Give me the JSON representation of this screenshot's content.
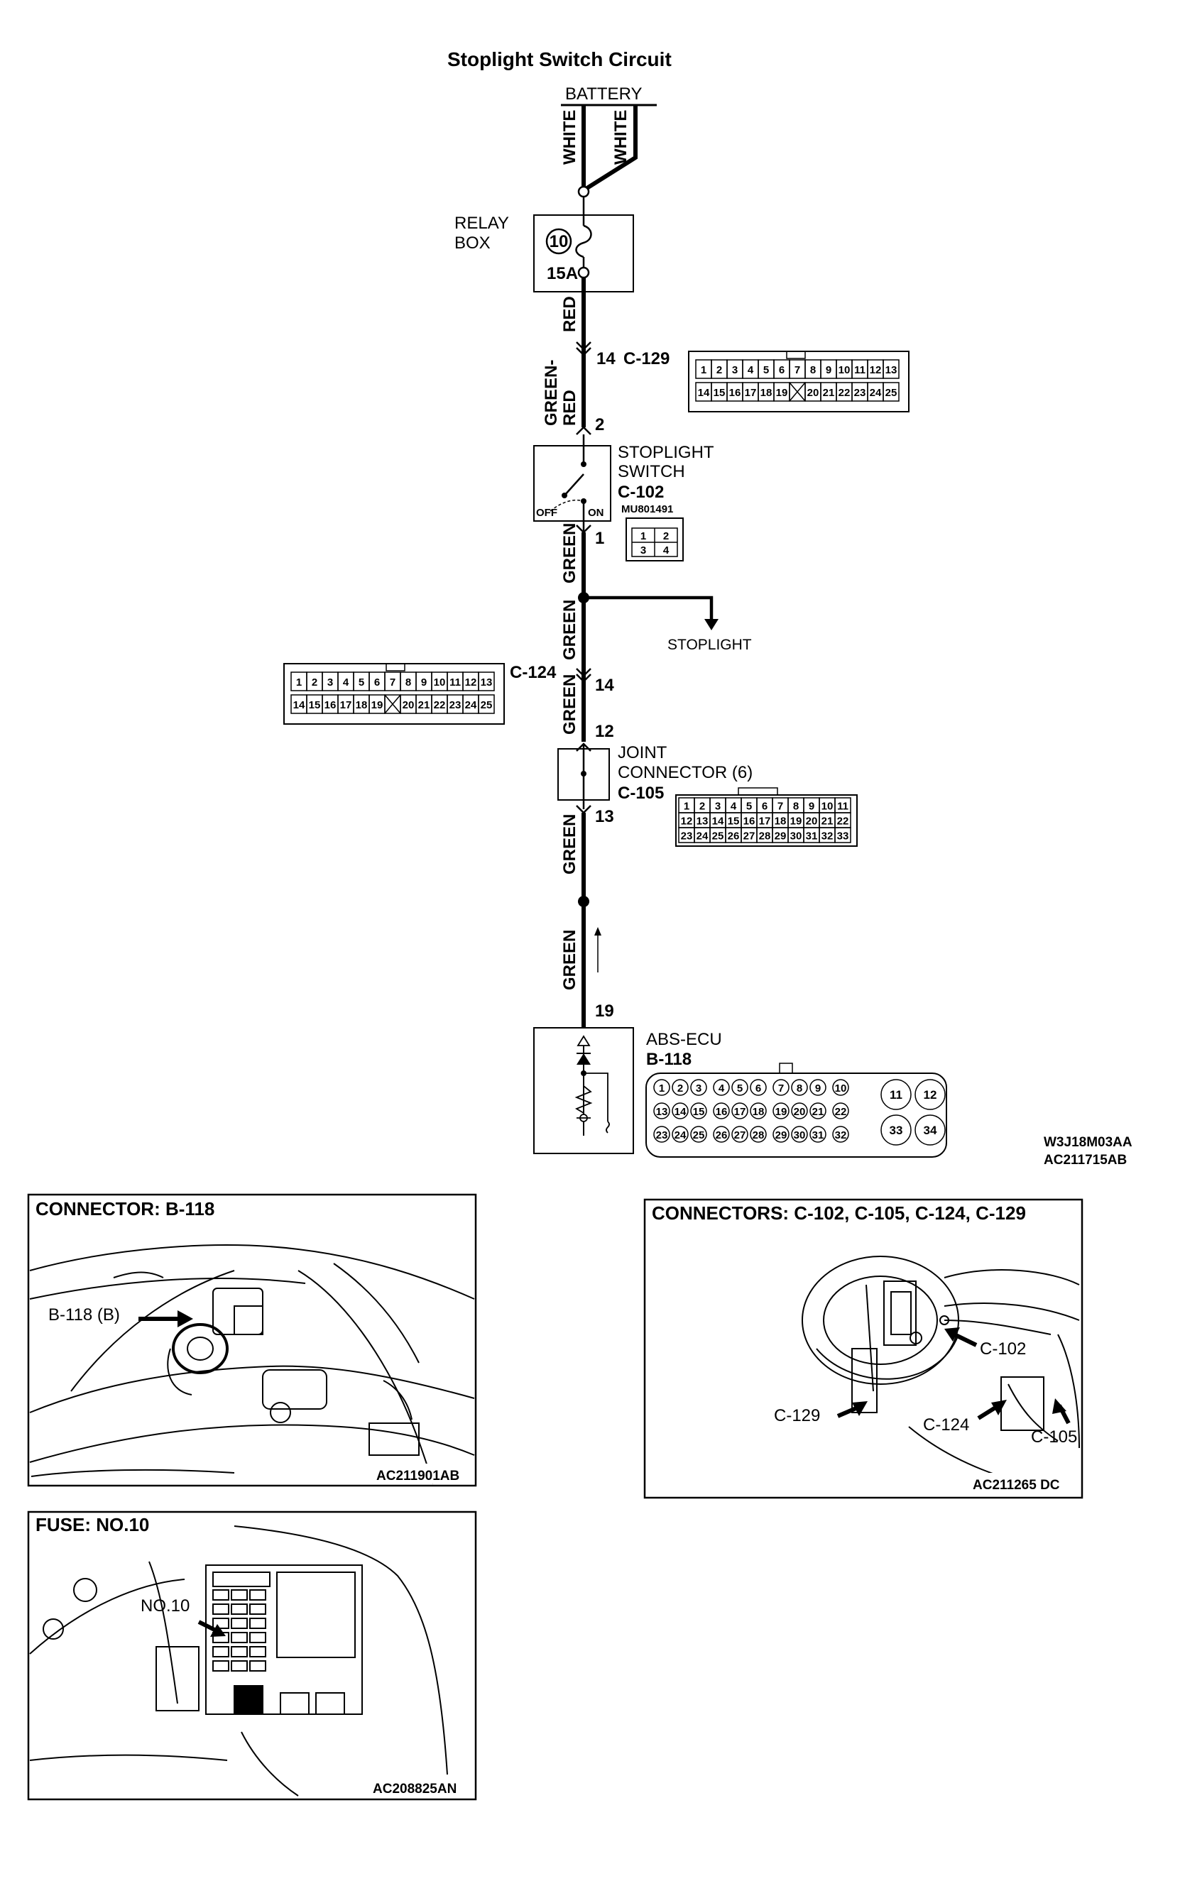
{
  "title": "Stoplight Switch Circuit",
  "battery": "BATTERY",
  "wires": {
    "white1": "WHITE",
    "white2": "WHITE",
    "red": "RED",
    "green_red_1": "GREEN-",
    "green_red_2": "RED",
    "green1": "GREEN",
    "green2": "GREEN",
    "green3": "GREEN",
    "green4": "GREEN",
    "green5": "GREEN"
  },
  "relay_box": {
    "line1": "RELAY",
    "line2": "BOX",
    "fuse_no": "10",
    "rating": "15A"
  },
  "c129": {
    "pin": "14",
    "name": "C-129",
    "row1": [
      "1",
      "2",
      "3",
      "4",
      "5",
      "6",
      "7",
      "8",
      "9",
      "10",
      "11",
      "12",
      "13"
    ],
    "row2": [
      "14",
      "15",
      "16",
      "17",
      "18",
      "19",
      "20",
      "21",
      "22",
      "23",
      "24",
      "25"
    ]
  },
  "stoplight_switch": {
    "line1": "STOPLIGHT",
    "line2": "SWITCH",
    "name": "C-102",
    "part": "MU801491",
    "off": "OFF",
    "on": "ON",
    "pin_top": "2",
    "pin_bottom": "1",
    "connector": [
      "1",
      "2",
      "3",
      "4"
    ]
  },
  "stoplight": "STOPLIGHT",
  "c124": {
    "name": "C-124",
    "pin_a": "14",
    "pin_b": "12",
    "row1": [
      "1",
      "2",
      "3",
      "4",
      "5",
      "6",
      "7",
      "8",
      "9",
      "10",
      "11",
      "12",
      "13"
    ],
    "row2": [
      "14",
      "15",
      "16",
      "17",
      "18",
      "19",
      "20",
      "21",
      "22",
      "23",
      "24",
      "25"
    ]
  },
  "joint_connector": {
    "line1": "JOINT",
    "line2": "CONNECTOR (6)",
    "name": "C-105",
    "pin": "13",
    "row1": [
      "1",
      "2",
      "3",
      "4",
      "5",
      "6",
      "7",
      "8",
      "9",
      "10",
      "11"
    ],
    "row2": [
      "12",
      "13",
      "14",
      "15",
      "16",
      "17",
      "18",
      "19",
      "20",
      "21",
      "22"
    ],
    "row3": [
      "23",
      "24",
      "25",
      "26",
      "27",
      "28",
      "29",
      "30",
      "31",
      "32",
      "33"
    ]
  },
  "abs_ecu": {
    "line1": "ABS-ECU",
    "name": "B-118",
    "pin": "19",
    "row1": [
      "1",
      "2",
      "3",
      "4",
      "5",
      "6",
      "7",
      "8",
      "9",
      "10"
    ],
    "row2": [
      "13",
      "14",
      "15",
      "16",
      "17",
      "18",
      "19",
      "20",
      "21",
      "22"
    ],
    "row3": [
      "23",
      "24",
      "25",
      "26",
      "27",
      "28",
      "29",
      "30",
      "31",
      "32"
    ],
    "big": [
      "11",
      "12",
      "33",
      "34"
    ]
  },
  "codes": {
    "code1": "W3J18M03AA",
    "code2": "AC211715AB"
  },
  "panels": {
    "b118": {
      "title": "CONNECTOR: B-118",
      "label": "B-118 (B)",
      "code": "AC211901AB"
    },
    "connectors": {
      "title": "CONNECTORS: C-102, C-105, C-124, C-129",
      "c102": "C-102",
      "c129": "C-129",
      "c124": "C-124",
      "c105": "C-105",
      "code": "AC211265 DC"
    },
    "fuse": {
      "title": "FUSE: NO.10",
      "label": "NO.10",
      "code": "AC208825AN"
    }
  }
}
